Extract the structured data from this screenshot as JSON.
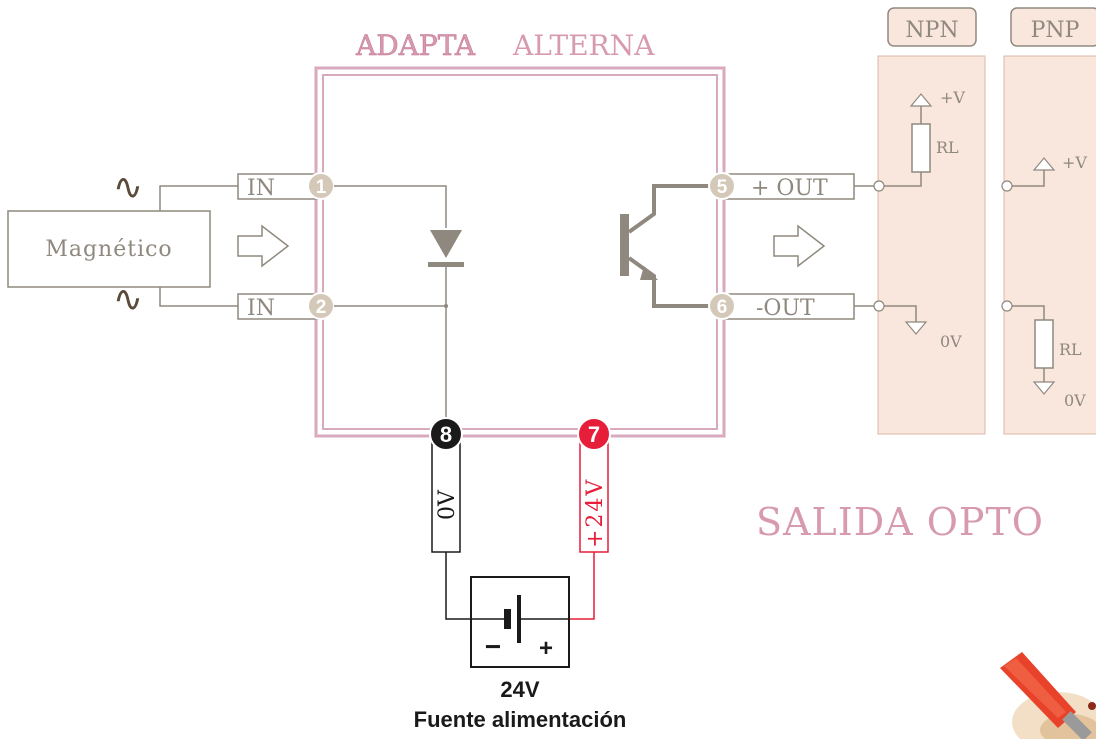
{
  "title": {
    "part1": "ADAPTA",
    "part2": "ALTERNA"
  },
  "subtitle": "SALIDA OPTO",
  "input_block": {
    "label": "Magnético",
    "ac_symbol": "∿"
  },
  "terminals": {
    "in1": {
      "label": "IN",
      "number": "1"
    },
    "in2": {
      "label": "IN",
      "number": "2"
    },
    "out5": {
      "label": "+ OUT",
      "number": "5"
    },
    "out6": {
      "label": "-OUT",
      "number": "6"
    },
    "t8": {
      "label": "0V",
      "number": "8"
    },
    "t7": {
      "label": "+24V",
      "number": "7"
    }
  },
  "npn": {
    "tab": "NPN",
    "vplus": "+V",
    "rl": "RL",
    "zero_v": "0V"
  },
  "pnp": {
    "tab": "PNP",
    "vplus": "+V",
    "rl": "RL",
    "zero_v": "0V"
  },
  "power_supply": {
    "voltage": "24V",
    "caption": "Fuente alimentación",
    "minus": "−",
    "plus": "+"
  },
  "colors": {
    "wire": "#8f887e",
    "frame_pink": "#d9a9be",
    "title_pink": "#d79ab0",
    "panel_fill": "#f9e6dd",
    "terminal_fill": "#d4c9b9",
    "red": "#e61e3a",
    "dark": "#1a1a1a",
    "brown": "#5a4b3a"
  }
}
